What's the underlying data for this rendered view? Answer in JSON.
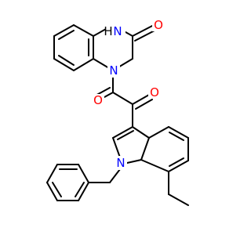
{
  "colors": {
    "bond": "#000000",
    "nitrogen": "#0000ff",
    "oxygen": "#ff0000",
    "background": "#ffffff"
  },
  "atoms": {
    "nh": "H",
    "nh_n": "N",
    "o_lactam": "O",
    "n_amide": "N",
    "o_left": "O",
    "o_right": "O",
    "n_indole": "N"
  }
}
